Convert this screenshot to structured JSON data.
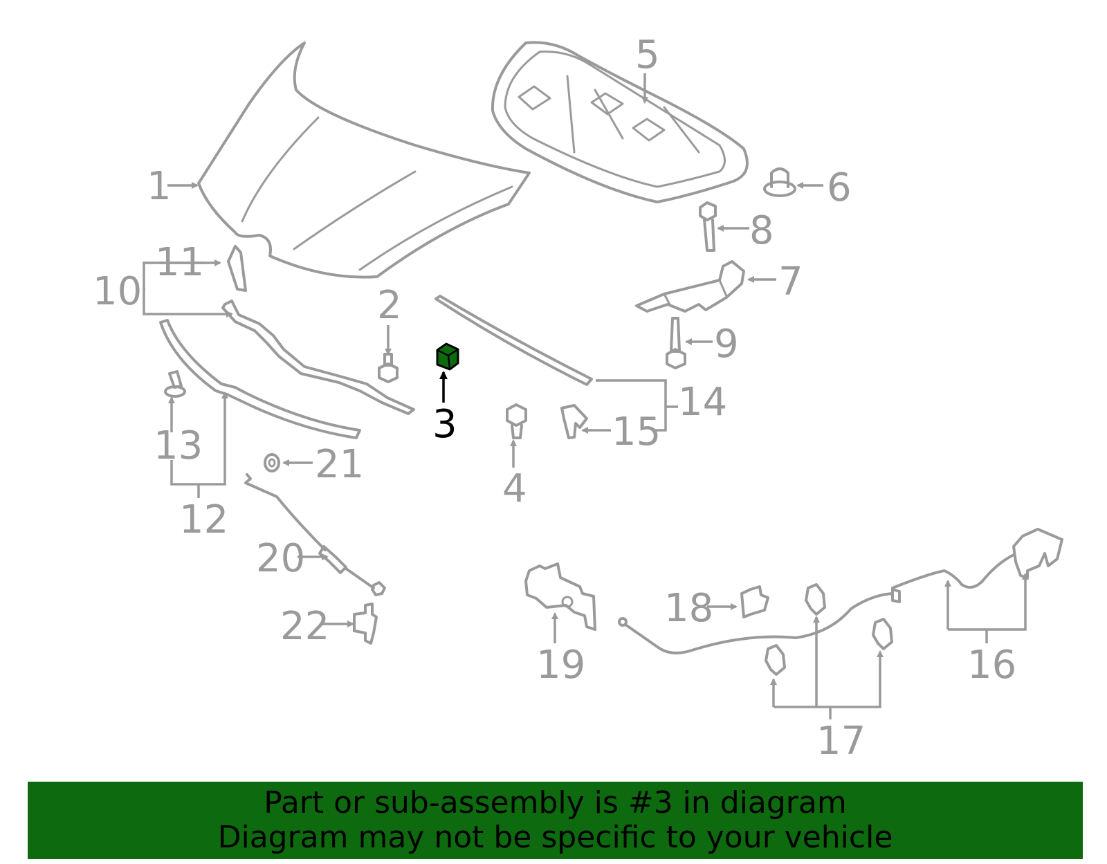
{
  "diagram": {
    "highlight_color": "#0e6a0e",
    "line_color": "#9a9a9a",
    "highlighted_part": "3",
    "callouts": [
      "1",
      "2",
      "3",
      "4",
      "5",
      "6",
      "7",
      "8",
      "9",
      "10",
      "11",
      "12",
      "13",
      "14",
      "15",
      "16",
      "17",
      "18",
      "19",
      "20",
      "21",
      "22"
    ]
  },
  "banner": {
    "line1": "Part or sub-assembly is #3 in diagram",
    "line2": "Diagram may not be specific to your vehicle"
  }
}
